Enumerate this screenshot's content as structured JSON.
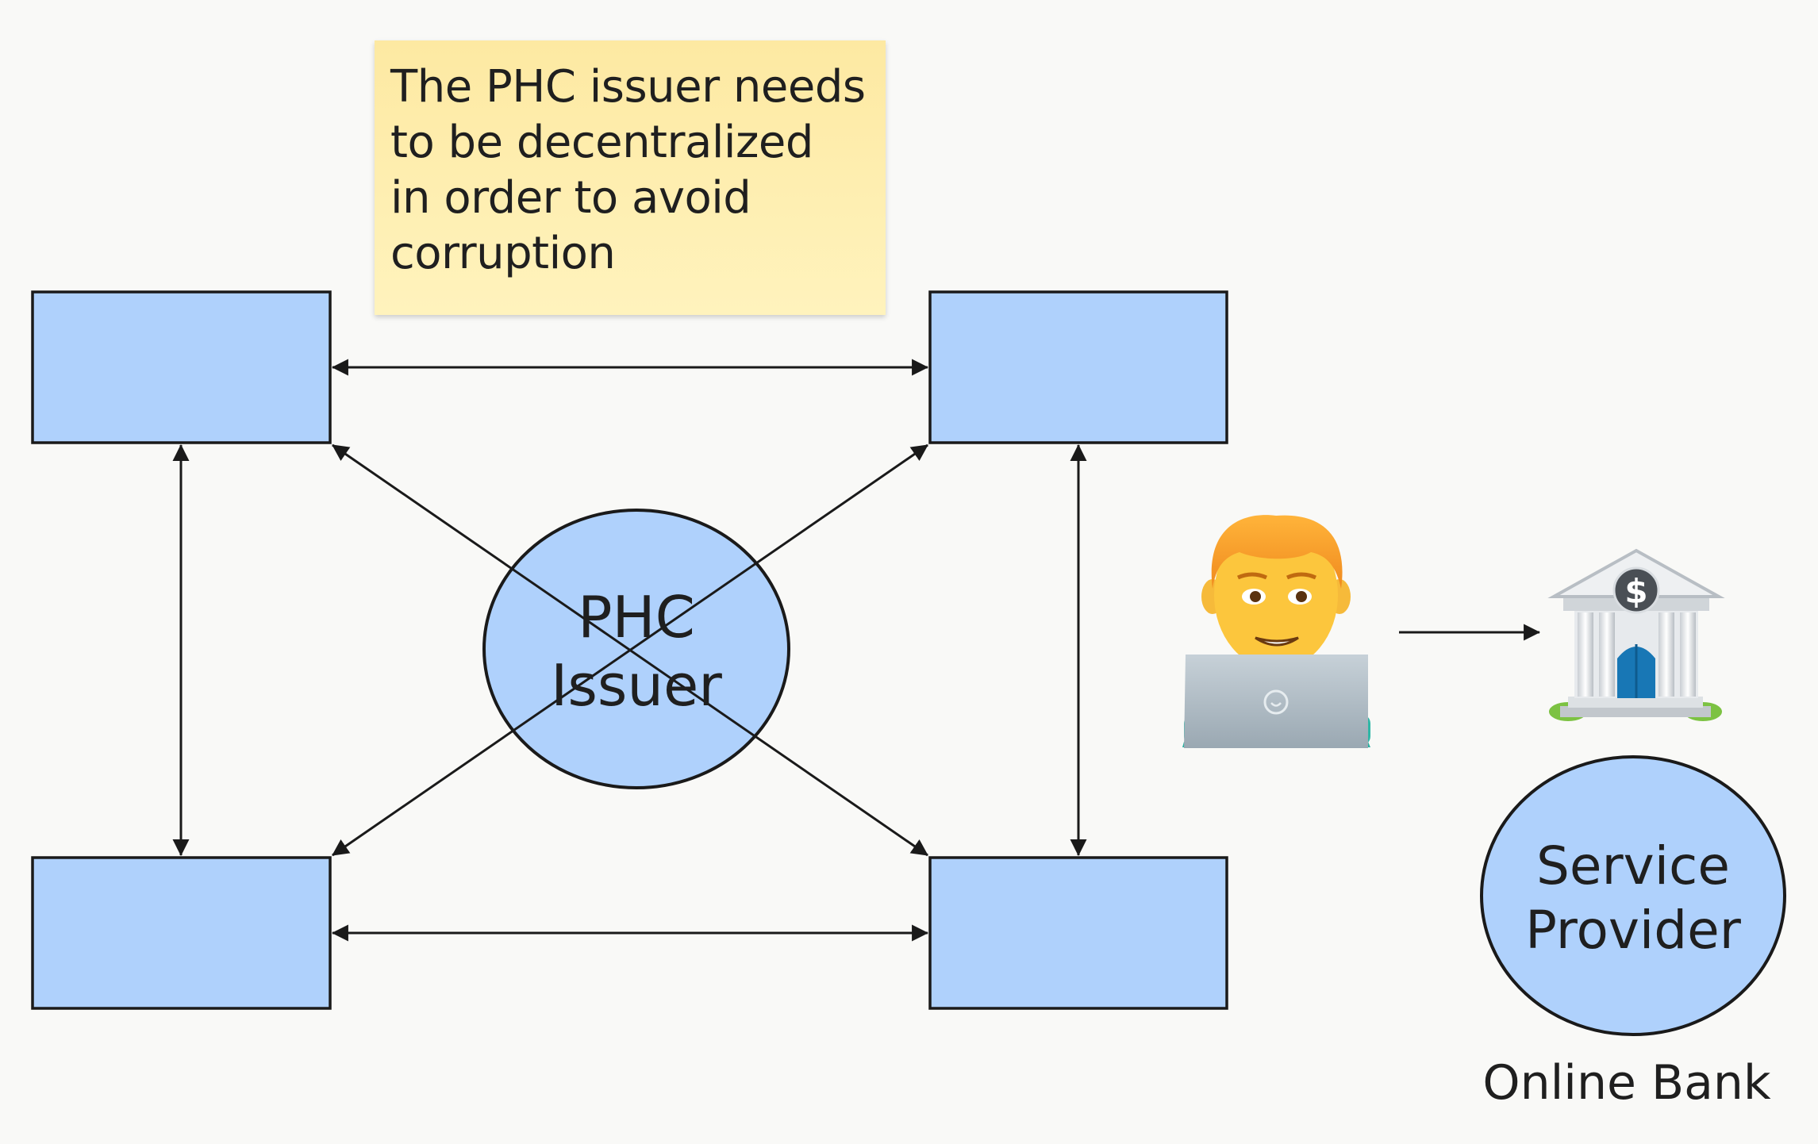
{
  "note": {
    "lines": [
      "The PHC issuer needs",
      "to be decentralized",
      "in order to avoid",
      "corruption"
    ]
  },
  "issuer": {
    "line1": "PHC",
    "line2": "Issuer"
  },
  "provider": {
    "line1": "Service",
    "line2": "Provider",
    "caption": "Online Bank"
  },
  "icons": {
    "user": "person-with-laptop-icon",
    "bank": "bank-building-icon"
  },
  "colors": {
    "node_fill": "#afd1fc",
    "stroke": "#1a1a1a",
    "note_fill": "#fff0b0",
    "background": "#f9f9f7"
  }
}
